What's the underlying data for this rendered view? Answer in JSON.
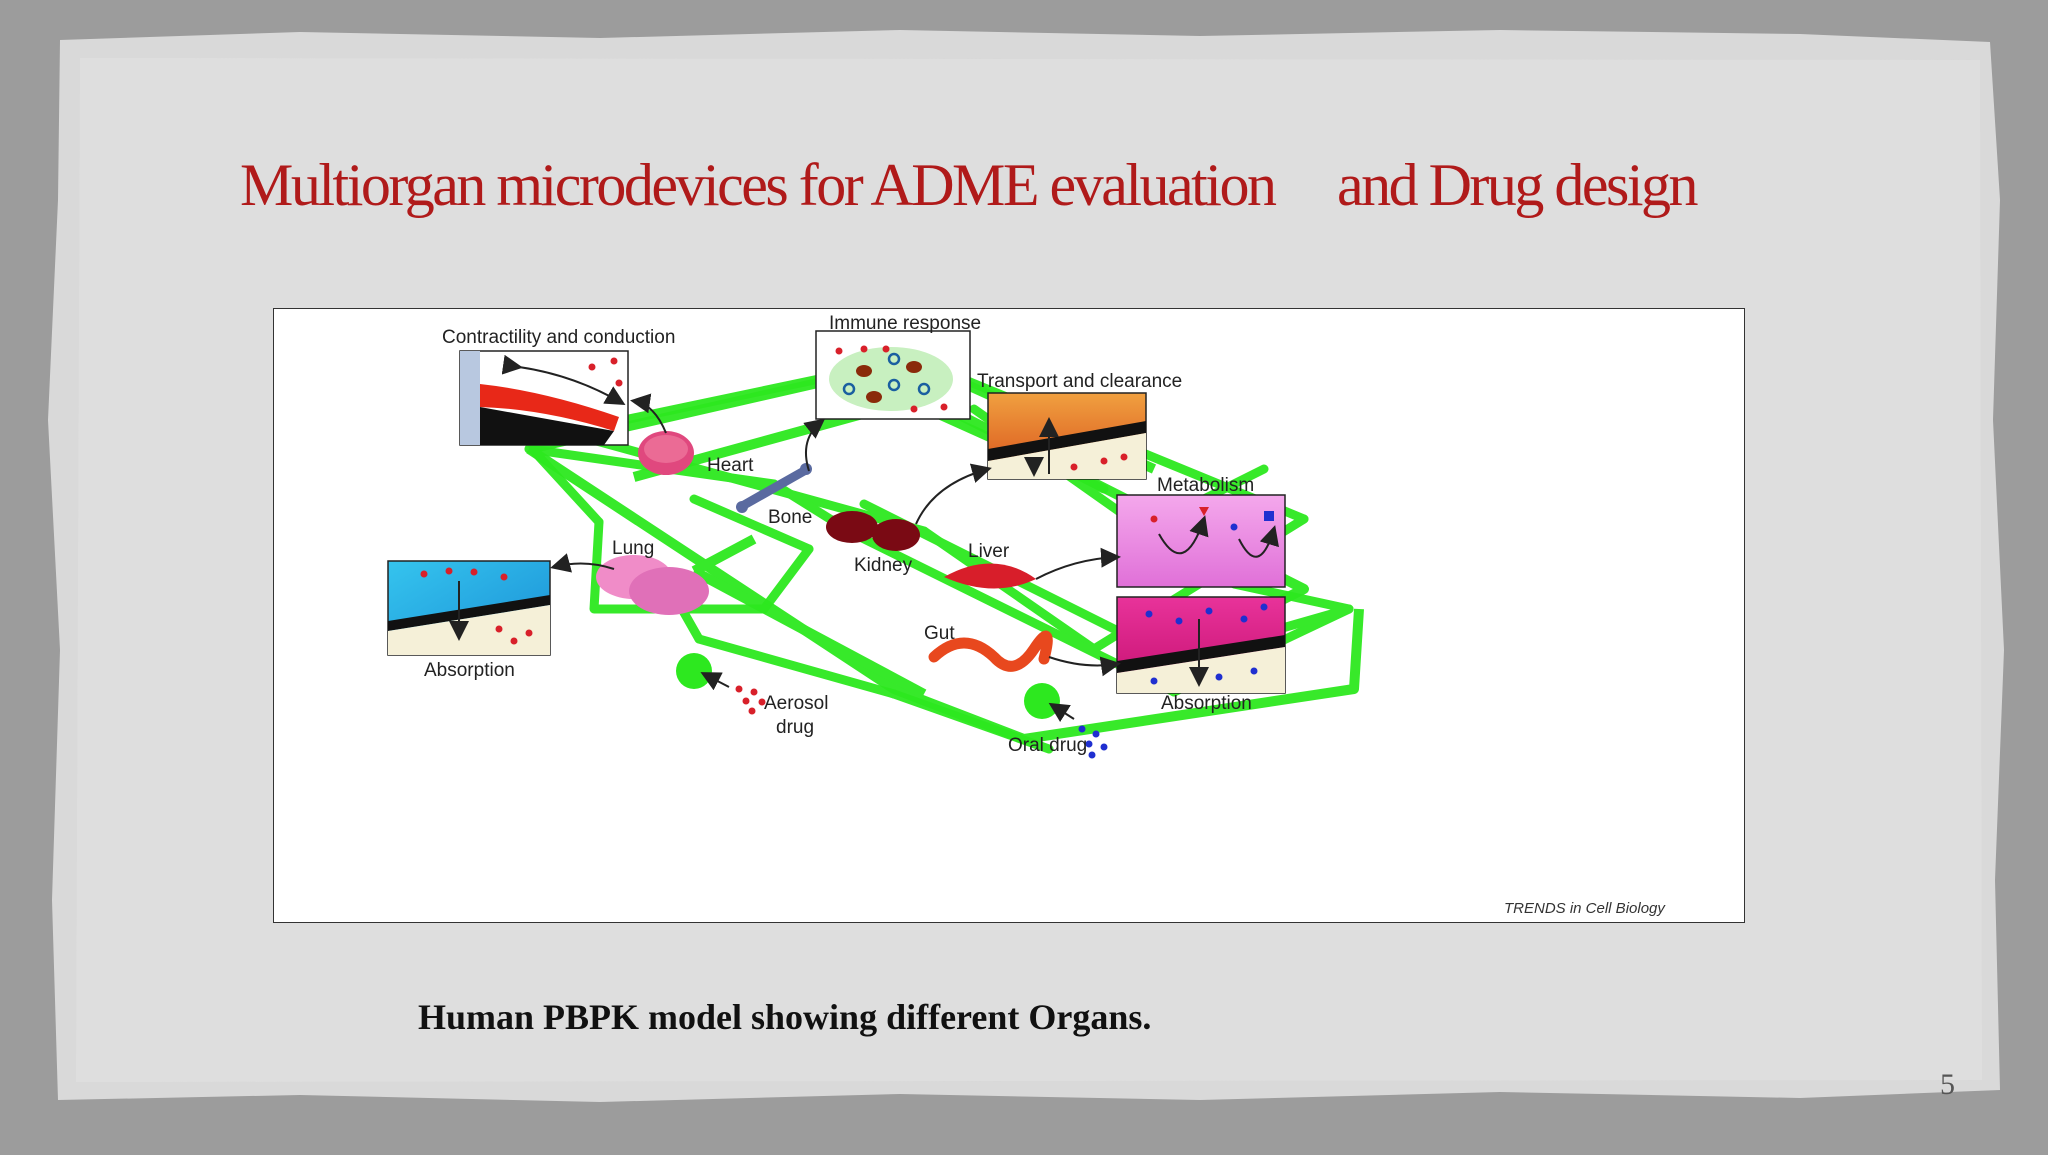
{
  "slide": {
    "title": "Multiorgan microdevices for ADME evaluation     and Drug design",
    "caption": "Human PBPK model showing different Organs.",
    "page_number": "5"
  },
  "figure": {
    "labels": {
      "contractility": "Contractility and conduction",
      "immune": "Immune response",
      "transport": "Transport and clearance",
      "metabolism": "Metabolism",
      "heart": "Heart",
      "bone": "Bone",
      "lung": "Lung",
      "kidney": "Kidney",
      "liver": "Liver",
      "gut": "Gut",
      "absorption_left": "Absorption",
      "absorption_right": "Absorption",
      "aerosol_line1": "Aerosol",
      "aerosol_line2": "drug",
      "oral": "Oral drug",
      "credit": "TRENDS in Cell Biology"
    }
  },
  "colors": {
    "title": "#b01a1a",
    "circuit_green": "#2de81f",
    "heart": "#e0487e",
    "kidney": "#7a0a14",
    "liver": "#d81e2a",
    "lung": "#f08cc8",
    "gut": "#e8481e",
    "drug_red": "#d8202a",
    "drug_blue": "#1f2fd0"
  }
}
